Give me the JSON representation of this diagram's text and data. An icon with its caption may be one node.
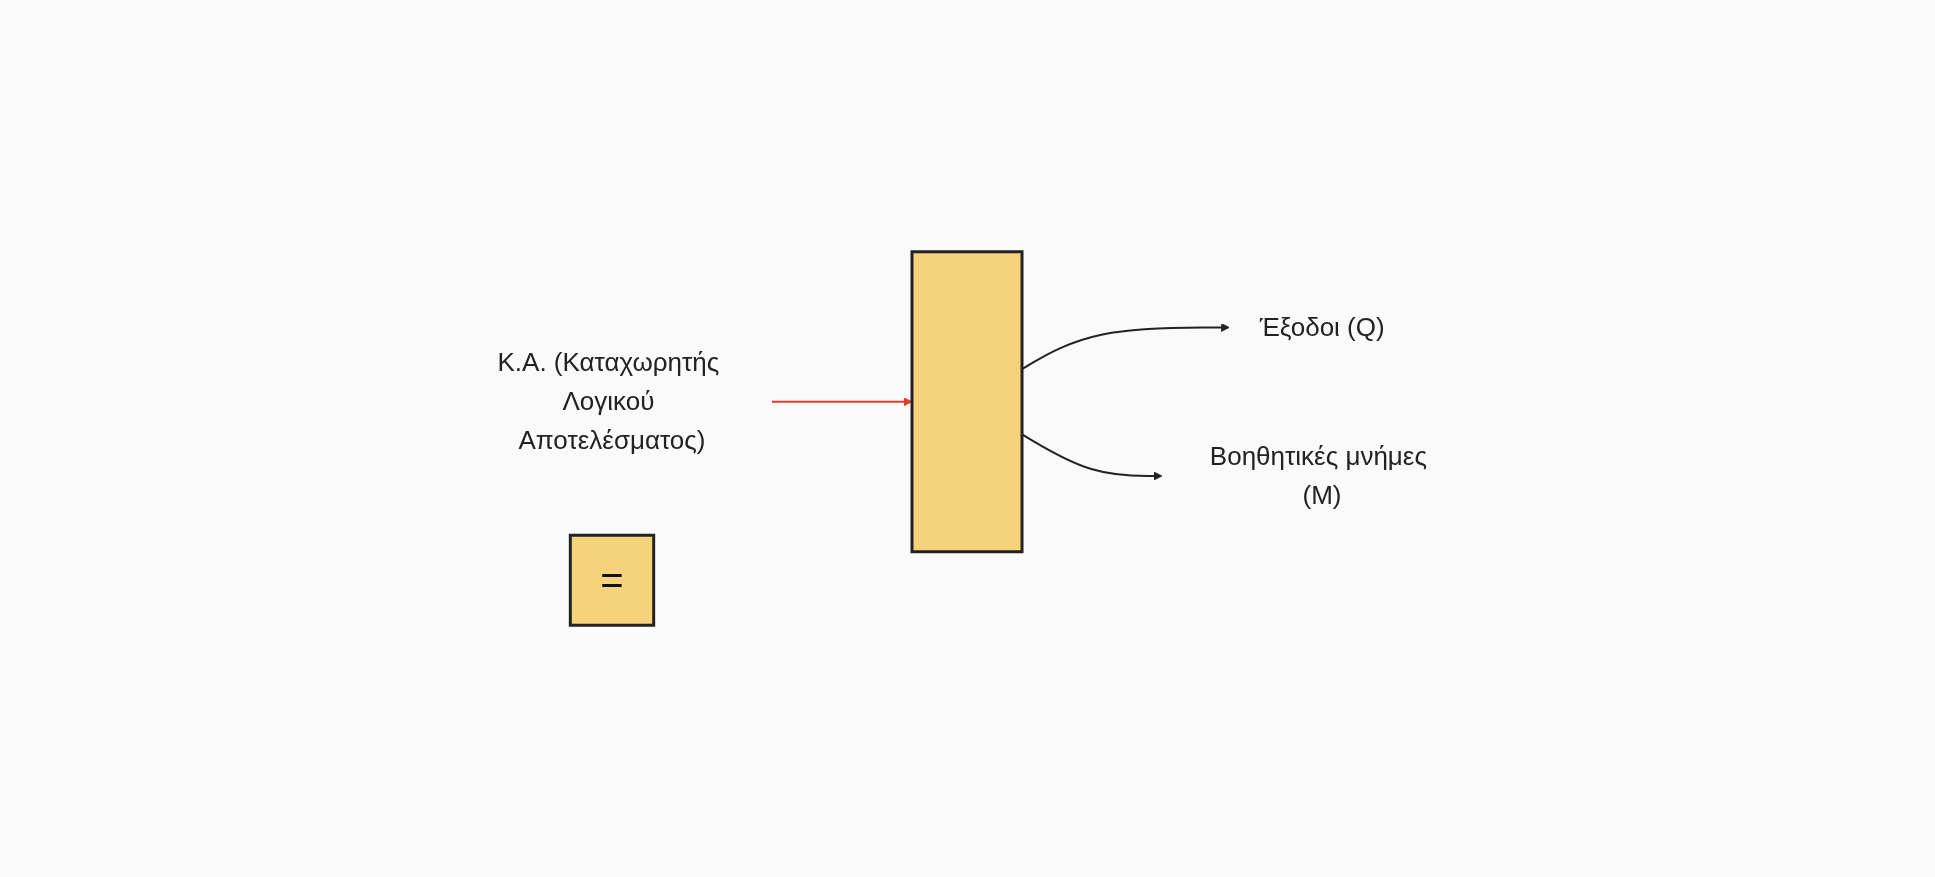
{
  "diagram": {
    "nodes": [
      {
        "text": [
          "Κ.Α. (Καταχωρητής Λογικού Αποτελέσματος)"
        ]
      },
      {
        "text": [],
        "shape": "box"
      },
      {
        "text": [
          "="
        ]
      },
      {
        "text": [
          "Έξοδοι (Q)"
        ]
      },
      {
        "text": [
          "Βοηθητικές μνήμες (M)"
        ]
      }
    ],
    "edges": [
      {
        "from": 0,
        "to": 1,
        "arrow": "to",
        "color": "#e8392c"
      },
      {
        "from": 1,
        "to": 3,
        "arrow": "to"
      },
      {
        "from": 1,
        "to": 4,
        "arrow": "to"
      }
    ]
  }
}
